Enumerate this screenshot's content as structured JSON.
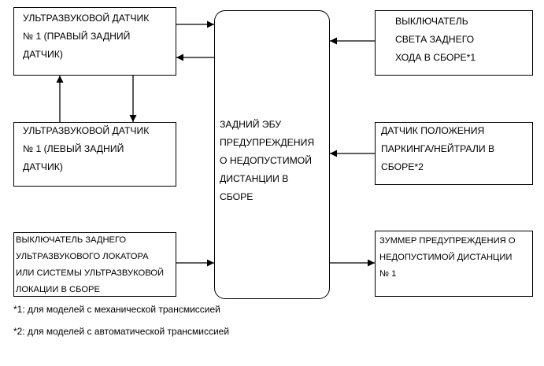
{
  "blocks": {
    "us1_right": [
      "УЛЬТРАЗВУКОВОЙ ДАТЧИК",
      "№ 1 (ПРАВЫЙ ЗАДНИЙ",
      "ДАТЧИК)"
    ],
    "us1_left": [
      "УЛЬТРАЗВУКОВОЙ ДАТЧИК",
      "№ 1 (ЛЕВЫЙ ЗАДНИЙ",
      "ДАТЧИК)"
    ],
    "sonar_switch": [
      "ВЫКЛЮЧАТЕЛЬ ЗАДНЕГО",
      "УЛЬТРАЗВУКОВОГО ЛОКАТОРА",
      "ИЛИ СИСТЕМЫ УЛЬТРАЗВУКОВОЙ",
      "ЛОКАЦИИ В СБОРЕ"
    ],
    "ecu": [
      "ЗАДНИЙ ЭБУ",
      "ПРЕДУПРЕЖДЕНИЯ",
      "О НЕДОПУСТИМОЙ",
      "ДИСТАНЦИИ В",
      "СБОРЕ"
    ],
    "backup_light_switch": [
      "ВЫКЛЮЧАТЕЛЬ",
      "СВЕТА ЗАДНЕГО",
      "ХОДА В СБОРЕ*1"
    ],
    "park_neutral_sensor": [
      "ДАТЧИК ПОЛОЖЕНИЯ",
      "ПАРКИНГА/НЕЙТРАЛИ В",
      "СБОРЕ*2"
    ],
    "buzzer": [
      "ЗУММЕР ПРЕДУПРЕЖДЕНИЯ О",
      "НЕДОПУСТИМОЙ ДИСТАНЦИИ",
      "№ 1"
    ]
  },
  "footnotes": [
    "*1: для моделей с механической трансмиссией",
    "*2: для моделей с автоматической трансмиссией"
  ]
}
